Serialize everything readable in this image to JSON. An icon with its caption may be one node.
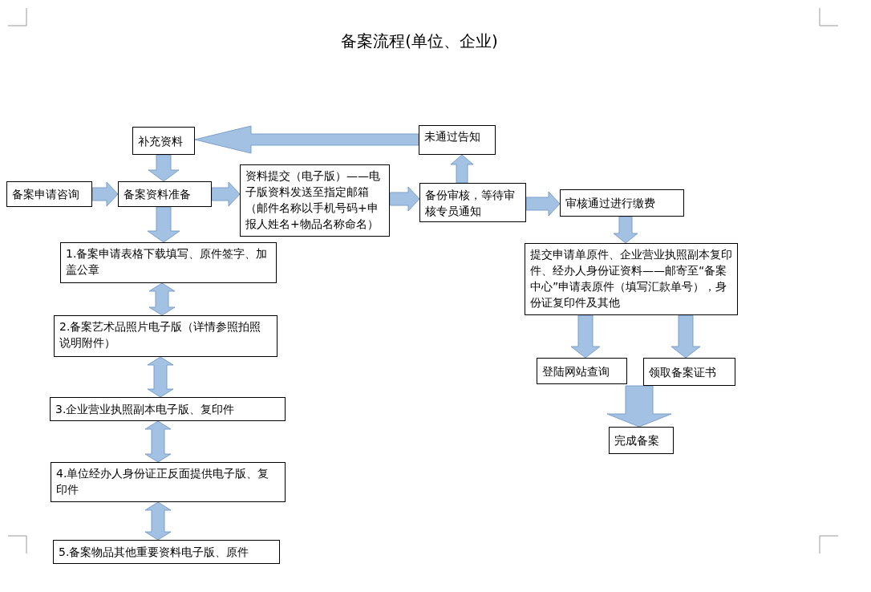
{
  "diagram": {
    "title": "备案流程(单位、企业)",
    "nodes": [
      {
        "text": [
          "补充资料"
        ]
      },
      {
        "text": [
          "备案申请咨询"
        ]
      },
      {
        "text": [
          "备案资料准备"
        ]
      },
      {
        "text": [
          "资料提交（电子版）——电子版资料发送至指定邮箱（邮件名称以手机号码+申报人姓名+物品名称命名）"
        ]
      },
      {
        "text": [
          "未通过告知"
        ]
      },
      {
        "text": [
          "备份审核，等待审核专员通知"
        ]
      },
      {
        "text": [
          "审核通过进行缴费"
        ]
      },
      {
        "text": [
          "1.备案申请表格下载填写、原件签字、加盖公章"
        ]
      },
      {
        "text": [
          "2.备案艺术品照片电子版（详情参照拍照说明附件）"
        ]
      },
      {
        "text": [
          "3.企业营业执照副本电子版、复印件"
        ]
      },
      {
        "text": [
          "4.单位经办人身份证正反面提供电子版、复印件"
        ]
      },
      {
        "text": [
          "5.备案物品其他重要资料电子版、原件"
        ]
      },
      {
        "text": [
          "提交申请单原件、企业营业执照副本复印件、经办人身份证资料——邮寄至“备案中心”申请表原件（填写汇款单号），身份证复印件及其他"
        ]
      },
      {
        "text": [
          "登陆网站查询"
        ]
      },
      {
        "text": [
          "领取备案证书"
        ]
      },
      {
        "text": [
          "完成备案"
        ]
      }
    ],
    "edges": [
      {
        "from": 1,
        "to": 2,
        "arrow": "to"
      },
      {
        "from": 2,
        "to": 3,
        "arrow": "to"
      },
      {
        "from": 3,
        "to": 5,
        "arrow": "to"
      },
      {
        "from": 5,
        "to": 4,
        "arrow": "to"
      },
      {
        "from": 4,
        "to": 0,
        "arrow": "to"
      },
      {
        "from": 0,
        "to": 2,
        "arrow": "to"
      },
      {
        "from": 2,
        "to": 7,
        "arrow": "to"
      },
      {
        "from": 7,
        "to": 8,
        "arrow": "both"
      },
      {
        "from": 8,
        "to": 9,
        "arrow": "both"
      },
      {
        "from": 9,
        "to": 10,
        "arrow": "both"
      },
      {
        "from": 10,
        "to": 11,
        "arrow": "both"
      },
      {
        "from": 5,
        "to": 6,
        "arrow": "to"
      },
      {
        "from": 6,
        "to": 12,
        "arrow": "to"
      },
      {
        "from": 12,
        "to": 13,
        "arrow": "to"
      },
      {
        "from": 12,
        "to": 14,
        "arrow": "to"
      },
      {
        "from": 13,
        "to": 15,
        "arrow": "to",
        "style": "thick"
      },
      {
        "from": 14,
        "to": 15,
        "arrow": "to",
        "style": "thick"
      }
    ]
  }
}
